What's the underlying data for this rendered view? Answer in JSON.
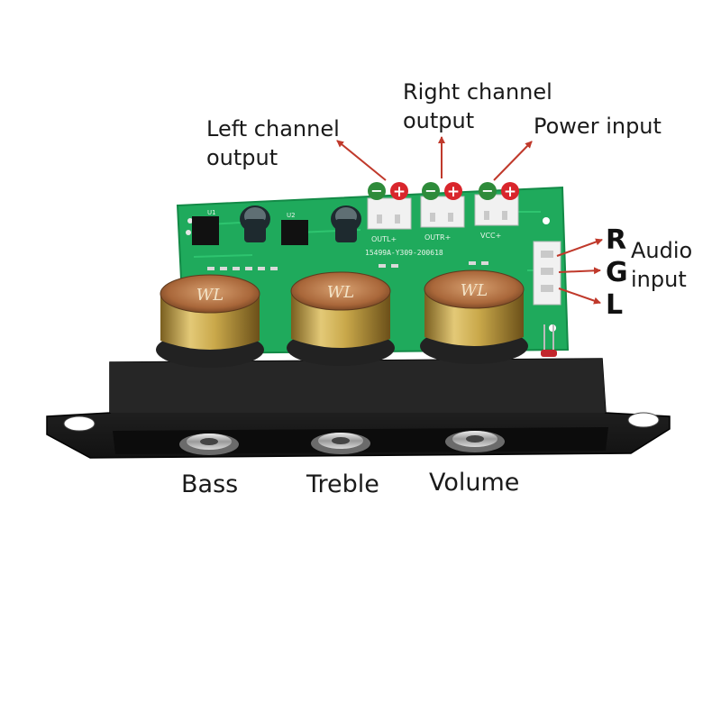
{
  "labels": {
    "left_channel_output": [
      "Left channel",
      "output"
    ],
    "right_channel_output": [
      "Right channel",
      "output"
    ],
    "power_input": "Power input",
    "audio_input": [
      "Audio",
      "input"
    ],
    "bass": "Bass",
    "treble": "Treble",
    "volume": "Volume"
  },
  "pins": {
    "r": "R",
    "g": "G",
    "l": "L"
  },
  "terminal_symbols": {
    "minus": "−",
    "plus": "+"
  },
  "pcb_silkscreen": {
    "outl": "OUTL+",
    "outr": "OUTR+",
    "vcc": "VCC+",
    "board_id": "15499A-Y309-200618",
    "chip1": "U1",
    "chip2": "U2",
    "knob_brand": "WL"
  },
  "colors": {
    "pcb": "#1faa5c",
    "pcb_dark": "#138a47",
    "arrow": "#c0392b",
    "minus_terminal": "#2e8b3a",
    "plus_terminal": "#d9262c",
    "panel": "#1b1b1b",
    "knob_gold": "#c9a84a",
    "knob_top": "#b2713a"
  }
}
